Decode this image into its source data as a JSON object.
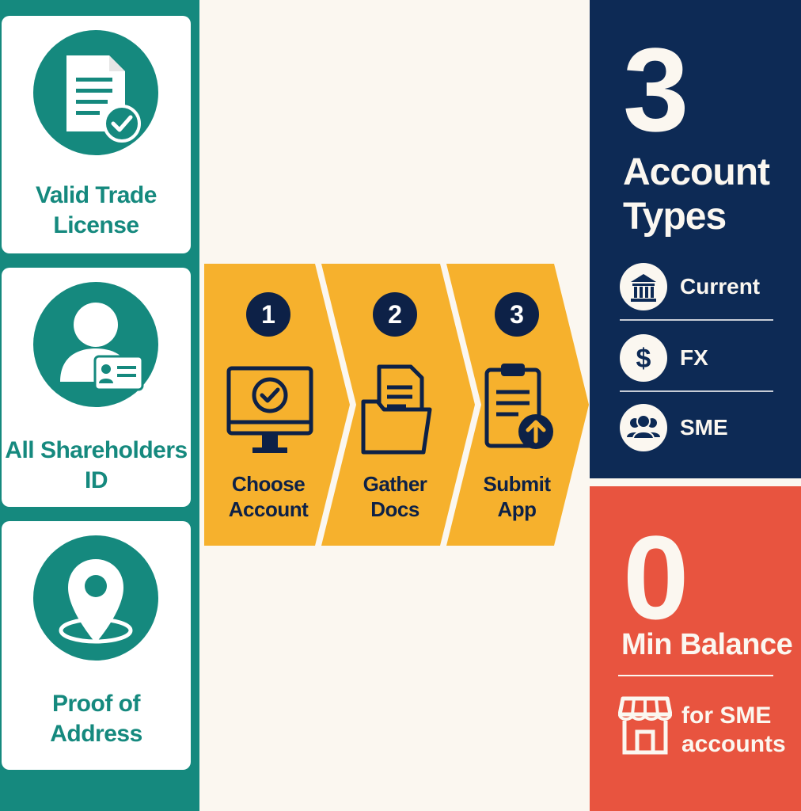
{
  "requirements": [
    {
      "line1": "Valid Trade",
      "line2": "License",
      "icon": "document-check-icon"
    },
    {
      "line1": "All Shareholders",
      "line2": "ID",
      "icon": "person-id-card-icon"
    },
    {
      "line1": "Proof of",
      "line2": "Address",
      "icon": "location-pin-icon"
    }
  ],
  "steps": [
    {
      "number": "1",
      "line1": "Choose",
      "line2": "Account",
      "icon": "monitor-check-icon"
    },
    {
      "number": "2",
      "line1": "Gather",
      "line2": "Docs",
      "icon": "folder-docs-icon"
    },
    {
      "number": "3",
      "line1": "Submit",
      "line2": "App",
      "icon": "clipboard-upload-icon"
    }
  ],
  "account_types": {
    "count": "3",
    "title_line1": "Account",
    "title_line2": "Types",
    "items": [
      {
        "label": "Current",
        "icon": "bank-icon"
      },
      {
        "label": "FX",
        "icon": "dollar-icon"
      },
      {
        "label": "SME",
        "icon": "people-group-icon"
      }
    ]
  },
  "min_balance": {
    "value": "0",
    "caption": "Min Balance",
    "note_line1": "for SME",
    "note_line2": "accounts",
    "icon": "storefront-icon"
  },
  "colors": {
    "teal": "#15897e",
    "navy": "#0d2a55",
    "red": "#e8543f",
    "amber": "#f6b12d",
    "cream": "#fbf7f0"
  }
}
